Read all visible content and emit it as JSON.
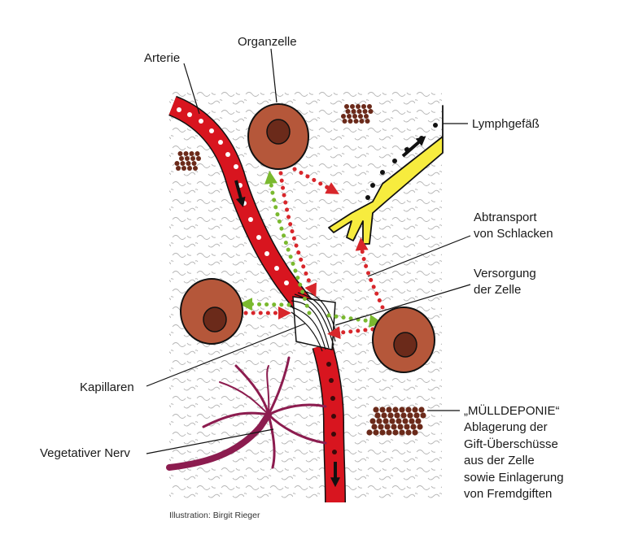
{
  "labels": {
    "arterie": "Arterie",
    "organzelle": "Organzelle",
    "lymphgefaess": "Lymphgefäß",
    "abtransport_1": "Abtransport",
    "abtransport_2": "von Schlacken",
    "versorgung_1": "Versorgung",
    "versorgung_2": "der Zelle",
    "kapillaren": "Kapillaren",
    "nerv": "Vegetativer Nerv",
    "muell_1": "„MÜLLDEPONIE“",
    "muell_2": "Ablagerung der",
    "muell_3": "Gift-Überschüsse",
    "muell_4": "aus der Zelle",
    "muell_5": "sowie Einlagerung",
    "muell_6": "von Fremdgiften"
  },
  "credit": "Illustration: Birgit Rieger",
  "colors": {
    "artery": "#d8151f",
    "cell": "#b5573a",
    "nucleus": "#6b2a1a",
    "lymph": "#f7ec3e",
    "nerve": "#8c1c4f",
    "deposit": "#6b2a1a",
    "red_arrow": "#d8262b",
    "green_arrow": "#7ab92f"
  }
}
